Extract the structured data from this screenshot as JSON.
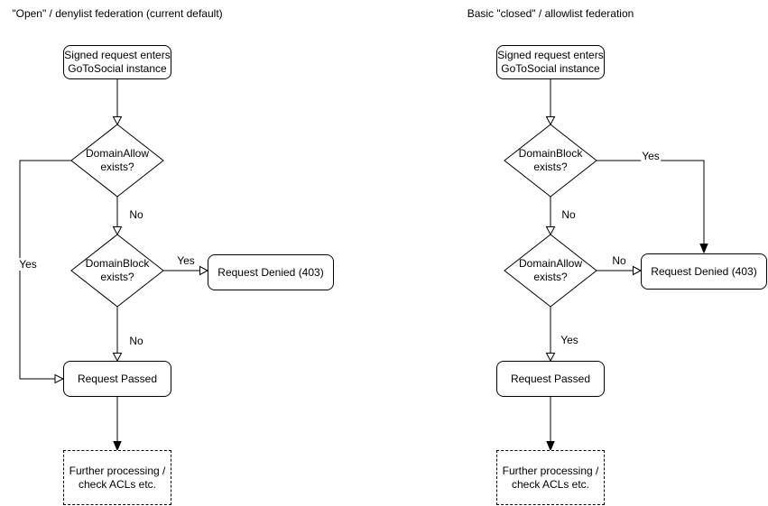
{
  "titles": {
    "left": "\"Open\" / denylist federation (current default)",
    "right": "Basic \"closed\" / allowlist federation"
  },
  "left": {
    "start": "Signed request enters\nGoToSocial instance",
    "decision1": "DomainAllow\nexists?",
    "decision1_yes": "Yes",
    "decision1_no": "No",
    "decision2": "DomainBlock\nexists?",
    "decision2_yes": "Yes",
    "decision2_no": "No",
    "denied": "Request Denied (403)",
    "passed": "Request Passed",
    "further": "Further processing /\ncheck ACLs etc."
  },
  "right": {
    "start": "Signed request enters\nGoToSocial instance",
    "decision1": "DomainBlock\nexists?",
    "decision1_yes": "Yes",
    "decision1_no": "No",
    "decision2": "DomainAllow\nexists?",
    "decision2_no": "No",
    "decision2_yes": "Yes",
    "denied": "Request Denied (403)",
    "passed": "Request Passed",
    "further": "Further processing /\ncheck ACLs etc."
  },
  "colors": {
    "stroke": "#000000",
    "node_fill": "#ffffff",
    "text": "#000000",
    "background": "#ffffff"
  }
}
